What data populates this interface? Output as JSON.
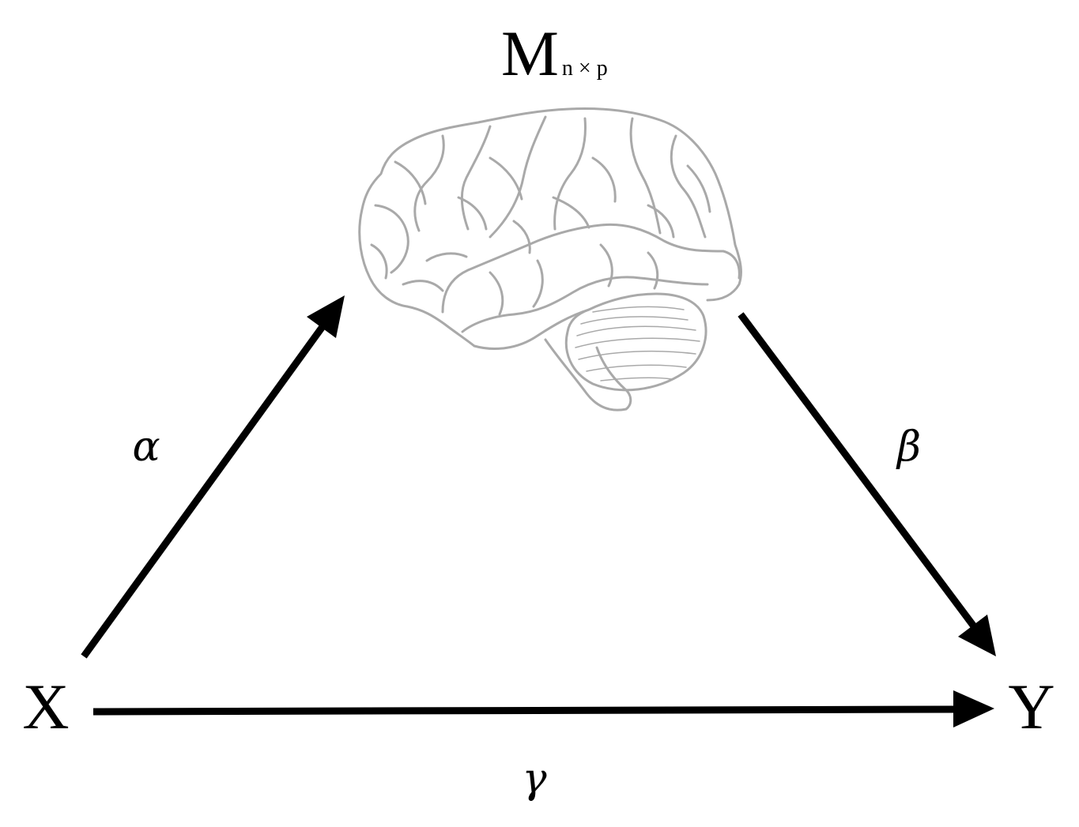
{
  "nodes": {
    "mediator": {
      "main": "M",
      "subscript": "n × p"
    },
    "exposure": "X",
    "outcome": "Y"
  },
  "paths": {
    "alpha": "α",
    "beta": "β",
    "gamma": "γ"
  },
  "illustration": {
    "icon": "brain-icon",
    "stroke_color": "#a9a9a9"
  }
}
